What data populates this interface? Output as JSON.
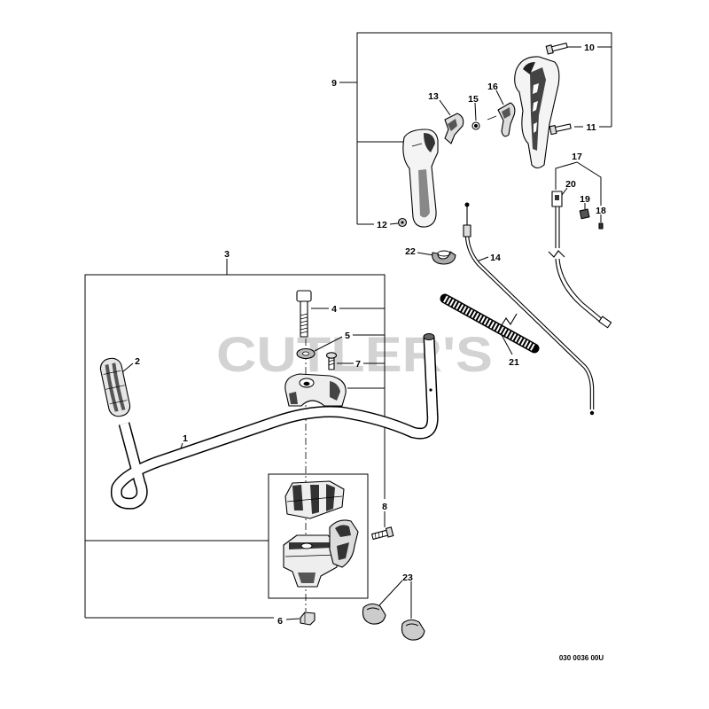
{
  "diagram": {
    "watermark": "CUTLER'S",
    "drawing_code": "030 0036 00U",
    "part_numbers": [
      "1",
      "2",
      "3",
      "4",
      "5",
      "6",
      "7",
      "8",
      "9",
      "10",
      "11",
      "12",
      "13",
      "14",
      "15",
      "16",
      "17",
      "18",
      "19",
      "20",
      "21",
      "22",
      "23"
    ]
  }
}
